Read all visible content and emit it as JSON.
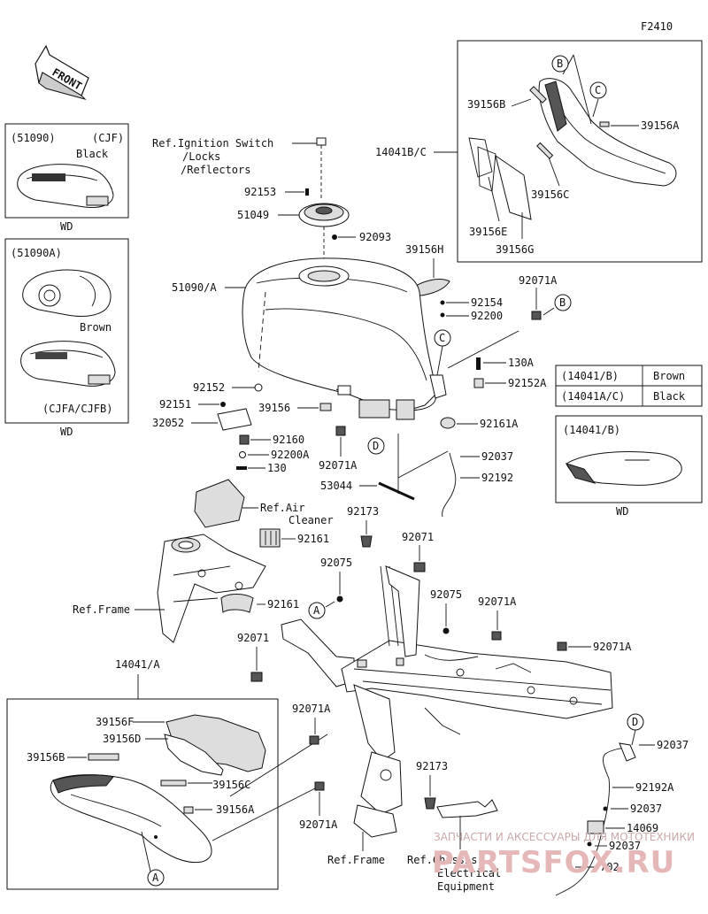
{
  "figure_code": "F2410",
  "front_label": "FRONT",
  "variant_boxes": {
    "cjf": {
      "part": "(51090)",
      "code": "(CJF)",
      "color": "Black",
      "wd": "WD"
    },
    "cjfa": {
      "part": "(51090A)",
      "code": "(CJFA/CJFB)",
      "color": "Brown",
      "wd": "WD"
    },
    "b14041": {
      "part": "(14041/B)",
      "wd": "WD"
    }
  },
  "color_table": {
    "rows": [
      {
        "part": "(14041/B)",
        "color": "Brown"
      },
      {
        "part": "(14041A/C)",
        "color": "Black"
      }
    ]
  },
  "refs": {
    "ignition": "Ref.Ignition Switch",
    "locks": "/Locks",
    "reflectors": "/Reflectors",
    "air": "Ref.Air",
    "cleaner": "Cleaner",
    "frame1": "Ref.Frame",
    "frame2": "Ref.Frame",
    "chassis": "Ref.Chassis",
    "electrical": "Electrical",
    "equipment": "Equipment"
  },
  "callouts": {
    "A": "A",
    "B": "B",
    "C": "C",
    "D": "D"
  },
  "labels": {
    "p14041BC": "14041B/C",
    "p39156B_t": "39156B",
    "p39156A_t": "39156A",
    "p39156C_t": "39156C",
    "p39156E": "39156E",
    "p39156G": "39156G",
    "p92153": "92153",
    "p51049": "51049",
    "p92093": "92093",
    "p39156H": "39156H",
    "p51090A": "51090/A",
    "p92154": "92154",
    "p92071A_1": "92071A",
    "p92200": "92200",
    "p130A": "130A",
    "p92152A": "92152A",
    "p92152": "92152",
    "p92151": "92151",
    "p39156": "39156",
    "p32052": "32052",
    "p92161A": "92161A",
    "p92160": "92160",
    "p92200A": "92200A",
    "p130": "130",
    "p92071A_2": "92071A",
    "p92037_1": "92037",
    "p53044": "53044",
    "p92192": "92192",
    "p92173_1": "92173",
    "p92161_1": "92161",
    "p92075_1": "92075",
    "p92071_1": "92071",
    "p92075_2": "92075",
    "p92071A_3": "92071A",
    "p92161_2": "92161",
    "p92071_2": "92071",
    "p92071A_4": "92071A",
    "p14041A": "14041/A",
    "p92071A_5": "92071A",
    "p39156F": "39156F",
    "p39156D": "39156D",
    "p39156B_b": "39156B",
    "p39156C_b": "39156C",
    "p39156A_b": "39156A",
    "p92173_2": "92173",
    "p92071A_6": "92071A",
    "p92037_2": "92037",
    "p92192A": "92192A",
    "p92037_3": "92037",
    "p14069": "14069",
    "p92037_4": "92037",
    "p702": "702"
  },
  "watermark": {
    "line1": "ЗАПЧАСТИ И АКСЕССУАРЫ ДЛЯ МОТОТЕХНИКИ",
    "line2": "PARTSFOX.RU"
  },
  "icons": [
    "front-arrow-icon",
    "fuel-tank",
    "fuel-cap",
    "side-cover",
    "frame"
  ]
}
